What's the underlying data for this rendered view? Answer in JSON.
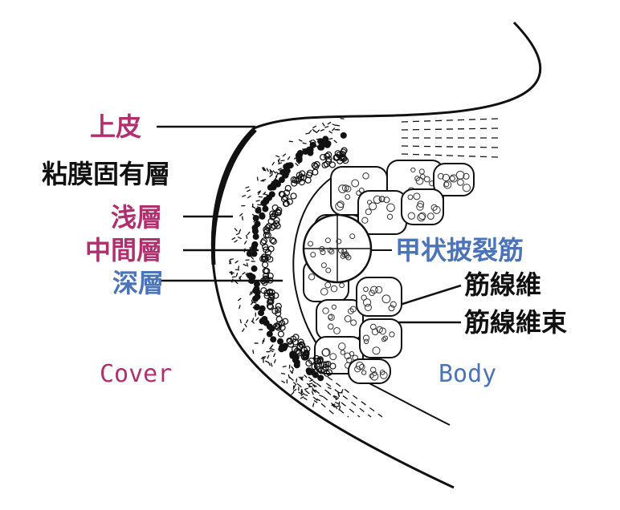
{
  "colors": {
    "pink": "#b0306f",
    "blue": "#4a73b8",
    "black": "#111111"
  },
  "labels": {
    "epithelium": "上皮",
    "lamina_propria": "粘膜固有層",
    "superficial_layer": "浅層",
    "intermediate_layer": "中間層",
    "deep_layer": "深層",
    "thyroarytenoid_muscle": "甲状披裂筋",
    "muscle_fiber": "筋線維",
    "muscle_fiber_bundle": "筋線維束",
    "cover": "Cover",
    "body": "Body"
  }
}
